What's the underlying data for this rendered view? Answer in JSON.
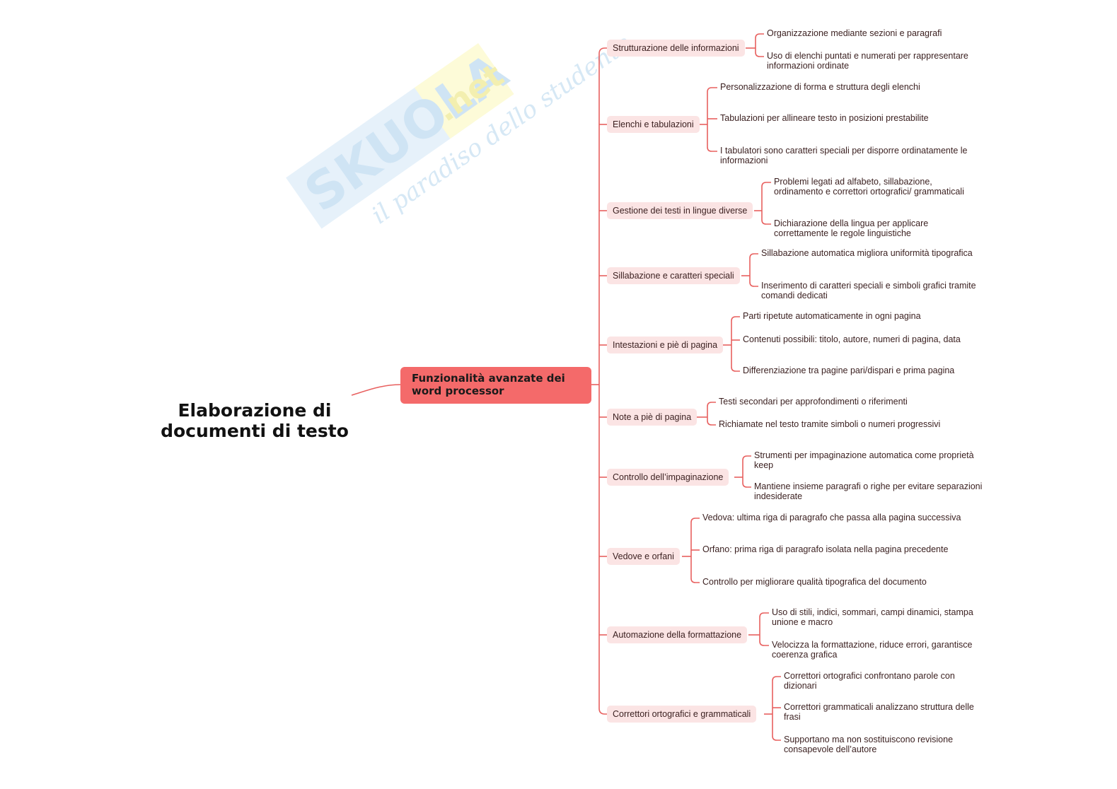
{
  "root": {
    "line1": "Elaborazione di",
    "line2": "documenti di testo"
  },
  "main_topic": "Funzionalità avanzate dei word processor",
  "watermark": {
    "brand": "SKUOLA",
    "suffix": ".net",
    "tagline": "il paradiso dello studente"
  },
  "colors": {
    "connector": "#e8605f",
    "main_fill": "#f46a6a",
    "topic_fill": "#fbe4e4",
    "text": "#3a1f1f"
  },
  "topics": [
    {
      "label": "Strutturazione delle informazioni",
      "details": [
        "Organizzazione mediante sezioni e paragrafi",
        "Uso di elenchi puntati e numerati per rappresentare informazioni ordinate"
      ]
    },
    {
      "label": "Elenchi e tabulazioni",
      "details": [
        "Personalizzazione di forma e struttura degli elenchi",
        "Tabulazioni per allineare testo in posizioni prestabilite",
        "I tabulatori sono caratteri speciali per disporre ordinatamente le informazioni"
      ]
    },
    {
      "label": "Gestione dei testi in lingue diverse",
      "details": [
        "Problemi legati ad alfabeto, sillabazione, ordinamento e correttori ortografici/ grammaticali",
        "Dichiarazione della lingua per applicare correttamente le regole linguistiche"
      ]
    },
    {
      "label": "Sillabazione e caratteri speciali",
      "details": [
        "Sillabazione automatica migliora uniformità tipografica",
        "Inserimento di caratteri speciali e simboli grafici tramite comandi dedicati"
      ]
    },
    {
      "label": "Intestazioni e piè di pagina",
      "details": [
        "Parti ripetute automaticamente in ogni pagina",
        "Contenuti possibili: titolo, autore, numeri di pagina, data",
        "Differenziazione tra pagine pari/dispari e prima pagina"
      ]
    },
    {
      "label": "Note a piè di pagina",
      "details": [
        "Testi secondari per approfondimenti o riferimenti",
        "Richiamate nel testo tramite simboli o numeri progressivi"
      ]
    },
    {
      "label": "Controllo dell’impaginazione",
      "details": [
        "Strumenti per impaginazione automatica come proprietà keep",
        "Mantiene insieme paragrafi o righe per evitare separazioni indesiderate"
      ]
    },
    {
      "label": "Vedove e orfani",
      "details": [
        "Vedova: ultima riga di paragrafo che passa alla pagina successiva",
        "Orfano: prima riga di paragrafo isolata nella pagina precedente",
        "Controllo per migliorare qualità tipografica del documento"
      ]
    },
    {
      "label": "Automazione della formattazione",
      "details": [
        "Uso di stili, indici, sommari, campi dinamici, stampa unione e macro",
        "Velocizza la formattazione, riduce errori, garantisce coerenza grafica"
      ]
    },
    {
      "label": "Correttori ortografici e grammaticali",
      "details": [
        "Correttori ortografici confrontano parole con dizionari",
        "Correttori grammaticali analizzano struttura delle frasi",
        "Supportano ma non sostituiscono revisione consapevole dell’autore"
      ]
    }
  ]
}
